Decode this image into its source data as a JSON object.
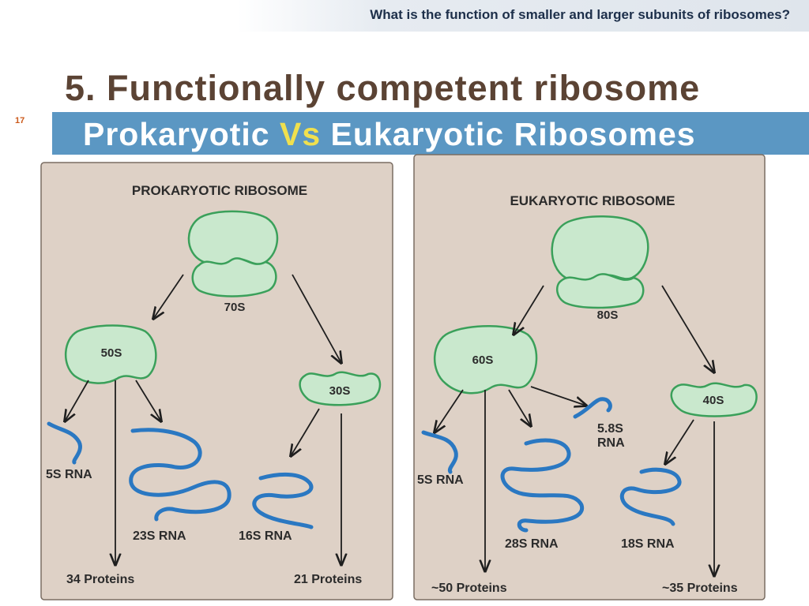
{
  "header": {
    "question": "What is the function of smaller and larger subunits of ribosomes?",
    "title": "5. Functionally competent ribosome",
    "slide_number": "17",
    "subtitle_part1": "Prokaryotic ",
    "subtitle_vs": "Vs",
    "subtitle_part2": " Eukaryotic Ribosomes"
  },
  "prokaryotic": {
    "heading": "PROKARYOTIC RIBOSOME",
    "whole": "70S",
    "large": "50S",
    "small": "30S",
    "rna_5s": "5S RNA",
    "rna_23s": "23S RNA",
    "rna_16s": "16S RNA",
    "proteins_large": "34 Proteins",
    "proteins_small": "21 Proteins"
  },
  "eukaryotic": {
    "heading": "EUKARYOTIC RIBOSOME",
    "whole": "80S",
    "large": "60S",
    "small": "40S",
    "rna_5s": "5S RNA",
    "rna_28s": "28S RNA",
    "rna_58s_line1": "5.8S",
    "rna_58s_line2": "RNA",
    "rna_18s": "18S RNA",
    "proteins_large": "~50 Proteins",
    "proteins_small": "~35 Proteins"
  },
  "colors": {
    "panel_bg": "#ded1c6",
    "subunit_fill": "#c9e8cd",
    "subunit_stroke": "#3aa05a",
    "rna_stroke": "#2a78c2",
    "title_color": "#5b4334",
    "subtitle_bar": "#5b97c3",
    "vs_color": "#f0e04e"
  }
}
